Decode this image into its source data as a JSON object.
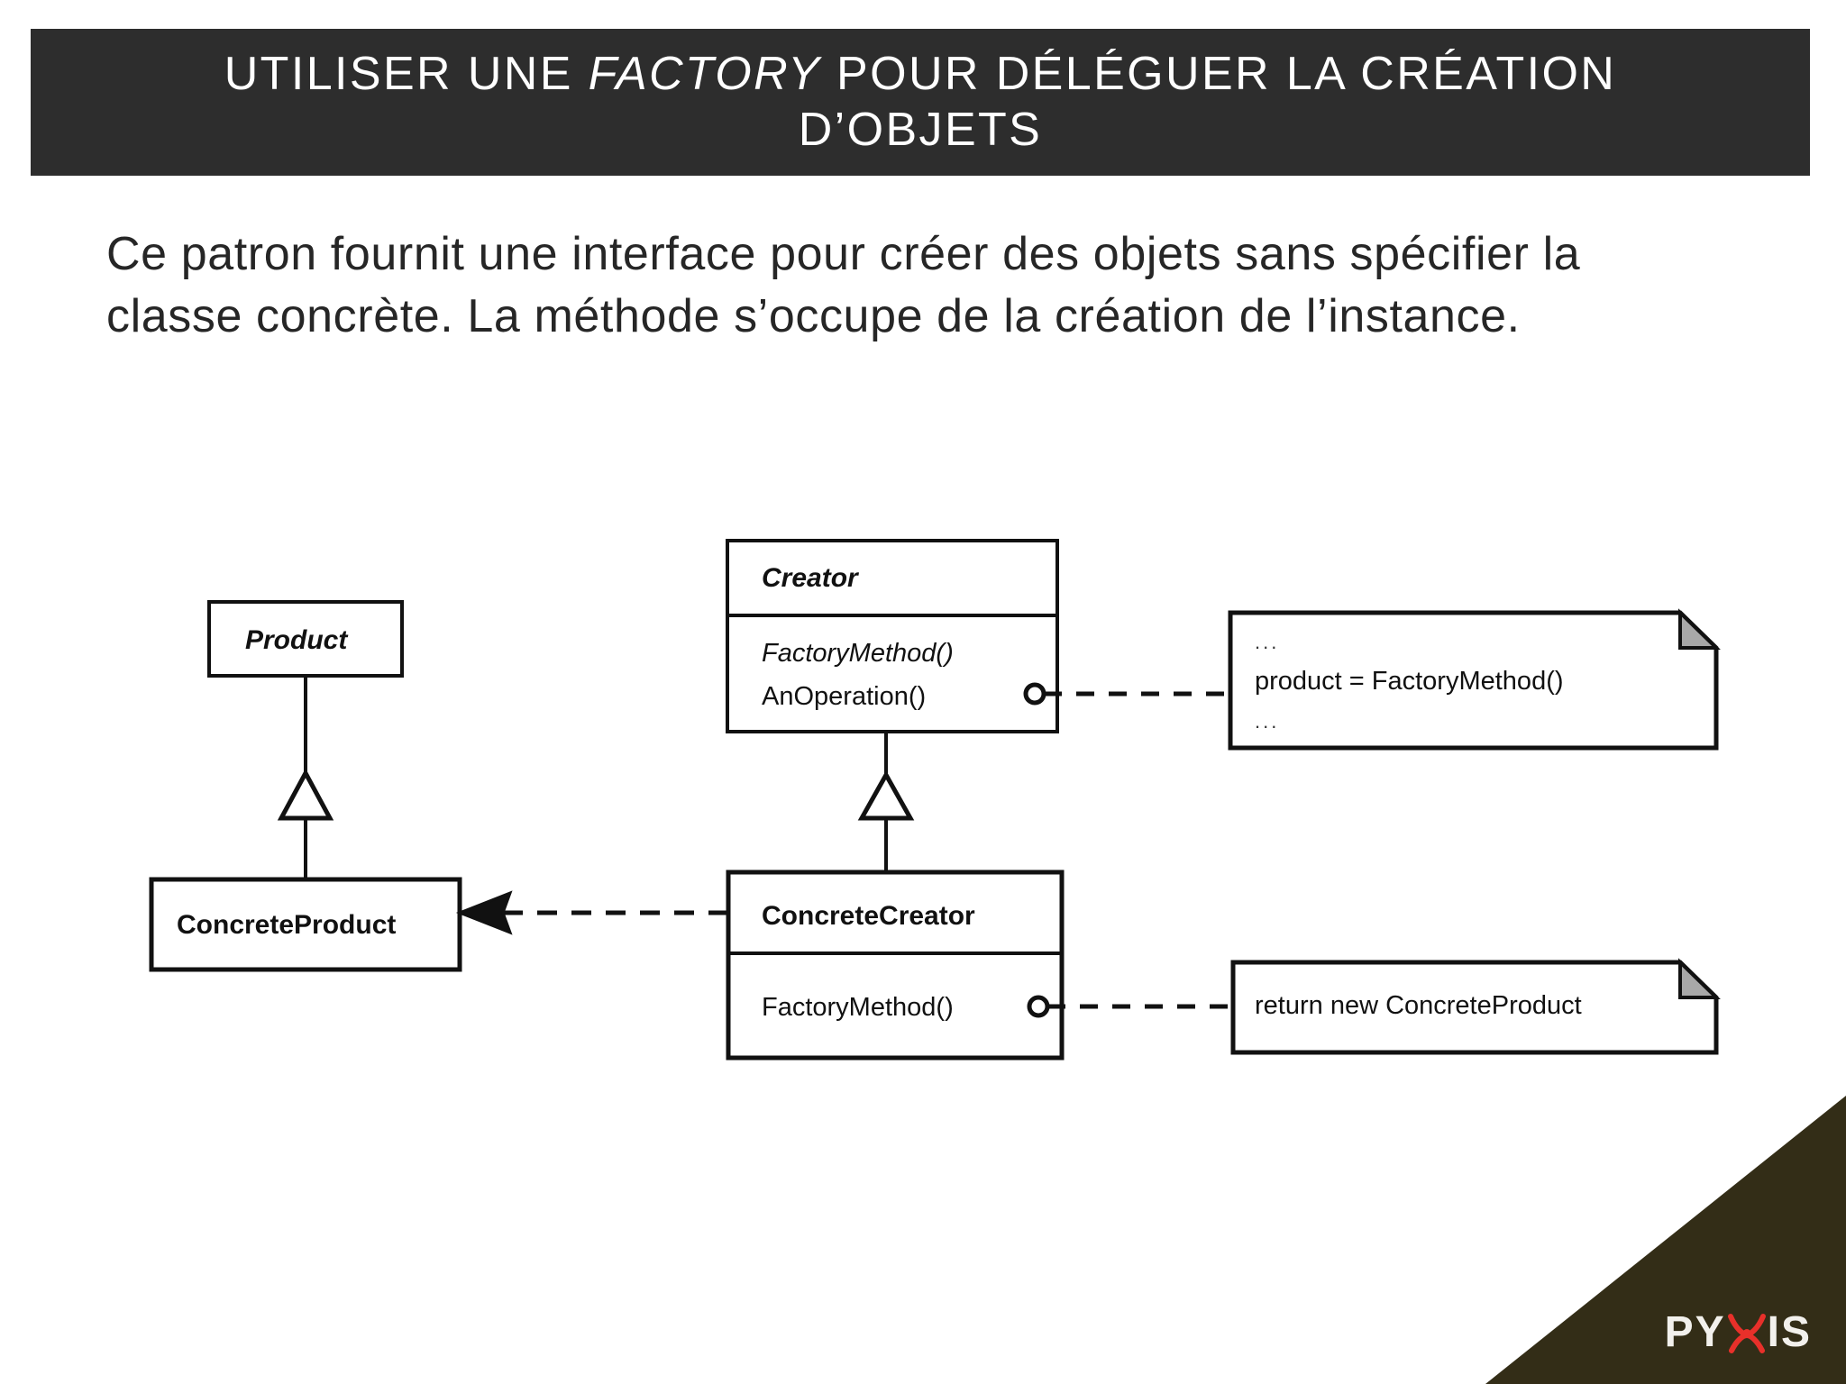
{
  "slide": {
    "title_parts": [
      {
        "text": "UTILISER UNE ",
        "style": "normal"
      },
      {
        "text": "FACTORY",
        "style": "italic"
      },
      {
        "text": " POUR DÉLÉGUER LA CRÉATION D’OBJETS",
        "style": "normal"
      }
    ],
    "title_plain": "UTILISER UNE FACTORY POUR DÉLÉGUER LA CRÉATION D’OBJETS",
    "body": "Ce patron fournit une interface pour créer des objets sans spécifier la classe concrète. La méthode s’occupe de la création de l’instance.",
    "banner_color": "#2d2d2d",
    "text_color": "#262626",
    "background_color": "#ffffff"
  },
  "diagram": {
    "type": "uml-class-diagram",
    "classes": [
      {
        "id": "product",
        "name": "Product",
        "abstract": true,
        "operations": []
      },
      {
        "id": "concrete-product",
        "name": "ConcreteProduct",
        "abstract": false,
        "operations": []
      },
      {
        "id": "creator",
        "name": "Creator",
        "abstract": true,
        "operations": [
          {
            "label": "FactoryMethod()",
            "abstract": true
          },
          {
            "label": "AnOperation()",
            "abstract": false
          }
        ]
      },
      {
        "id": "concrete-creator",
        "name": "ConcreteCreator",
        "abstract": false,
        "operations": [
          {
            "label": "FactoryMethod()",
            "abstract": false
          }
        ]
      }
    ],
    "notes": [
      {
        "id": "note-anoperation",
        "lines": [
          "...",
          "product = FactoryMethod()",
          "..."
        ],
        "attached_to": "Creator.AnOperation()"
      },
      {
        "id": "note-factorymethod",
        "lines": [
          "return new ConcreteProduct"
        ],
        "attached_to": "ConcreteCreator.FactoryMethod()"
      }
    ],
    "relationships": [
      {
        "type": "generalization",
        "from": "ConcreteProduct",
        "to": "Product"
      },
      {
        "type": "generalization",
        "from": "ConcreteCreator",
        "to": "Creator"
      },
      {
        "type": "dependency",
        "from": "ConcreteCreator",
        "to": "ConcreteProduct"
      }
    ]
  },
  "footer": {
    "logo_text_before": "PY",
    "logo_text_after": "IS",
    "logo_x_glyph": "X",
    "logo_accent_color": "#e8302a",
    "corner_color": "#332d17"
  }
}
